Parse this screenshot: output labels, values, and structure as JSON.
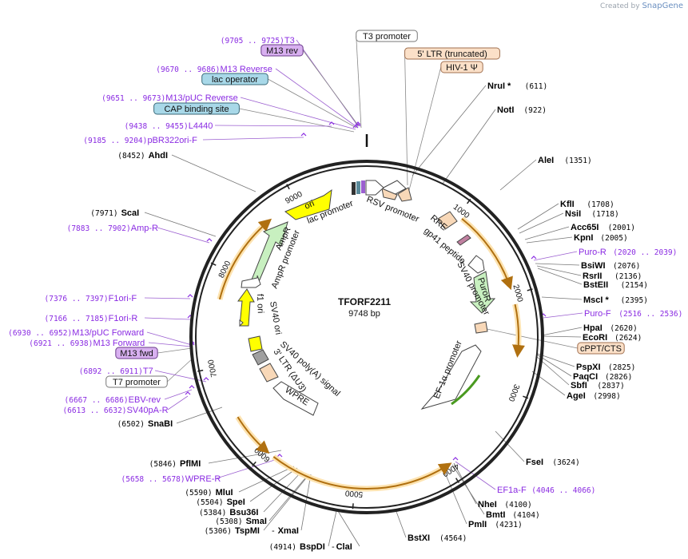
{
  "credit": {
    "prefix": "Created by",
    "brand": "SnapGene"
  },
  "plasmid": {
    "name": "TFORF2211",
    "size_label": "9748 bp",
    "length": 9748
  },
  "ruler": [
    {
      "pos": 1000,
      "label": "1000"
    },
    {
      "pos": 2000,
      "label": "2000"
    },
    {
      "pos": 3000,
      "label": "3000"
    },
    {
      "pos": 4000,
      "label": "4000"
    },
    {
      "pos": 5000,
      "label": "5000"
    },
    {
      "pos": 6000,
      "label": "6000"
    },
    {
      "pos": 7000,
      "label": "7000"
    },
    {
      "pos": 8000,
      "label": "8000"
    },
    {
      "pos": 9000,
      "label": "9000"
    }
  ],
  "orange_arcs": [
    {
      "start": 1050,
      "end": 1900,
      "dir": "cw"
    },
    {
      "start": 2100,
      "end": 2600,
      "dir": "cw"
    },
    {
      "start": 4000,
      "end": 5900,
      "dir": "ccw"
    },
    {
      "start": 6000,
      "end": 6450,
      "dir": "ccw"
    },
    {
      "start": 7700,
      "end": 8650,
      "dir": "cw"
    }
  ],
  "features": [
    {
      "label": "ori",
      "fill": "#ffff00"
    },
    {
      "label": "lac promoter",
      "fill": "#ffffff"
    },
    {
      "label": "RSV promoter",
      "fill": "#ffffff"
    },
    {
      "label": "RRE",
      "fill": "#f8d8b8"
    },
    {
      "label": "gp41 peptide",
      "fill": "#c080a0"
    },
    {
      "label": "SV40 promoter",
      "fill": "#ffffff"
    },
    {
      "label": "PuroR",
      "fill": "#c8f0c0"
    },
    {
      "label": "EF-1α promoter",
      "fill": "#ffffff"
    },
    {
      "label": "WPRE",
      "fill": "#ffffff"
    },
    {
      "label": "3' LTR (ΔU3)",
      "fill": "#f8d8b8"
    },
    {
      "label": "SV40 poly(A) signal",
      "fill": "#a0a0a0"
    },
    {
      "label": "SV40 ori",
      "fill": "#ffff00"
    },
    {
      "label": "f1 ori",
      "fill": "#ffff00"
    },
    {
      "label": "AmpR promoter",
      "fill": "#ffffff"
    },
    {
      "label": "AmpR",
      "fill": "#c8f0c0"
    }
  ],
  "right_enzymes": [
    {
      "name": "NruI *",
      "pos": "(611)"
    },
    {
      "name": "NotI",
      "pos": "(922)"
    },
    {
      "name": "AleI",
      "pos": "(1351)"
    },
    {
      "name": "KflI",
      "pos": "(1708)"
    },
    {
      "name": "NsiI",
      "pos": "(1718)"
    },
    {
      "name": "Acc65I",
      "pos": "(2001)"
    },
    {
      "name": "KpnI",
      "pos": "(2005)"
    },
    {
      "name": "BsiWI",
      "pos": "(2076)"
    },
    {
      "name": "RsrII",
      "pos": "(2136)"
    },
    {
      "name": "BstEII",
      "pos": "(2154)"
    },
    {
      "name": "MscI *",
      "pos": "(2395)"
    },
    {
      "name": "HpaI",
      "pos": "(2620)"
    },
    {
      "name": "EcoRI",
      "pos": "(2624)"
    },
    {
      "name": "PspXI",
      "pos": "(2825)"
    },
    {
      "name": "PaqCI",
      "pos": "(2826)"
    },
    {
      "name": "SbfI",
      "pos": "(2837)"
    },
    {
      "name": "AgeI",
      "pos": "(2998)"
    },
    {
      "name": "FseI",
      "pos": "(3624)"
    },
    {
      "name": "NheI",
      "pos": "(4100)"
    },
    {
      "name": "BmtI",
      "pos": "(4104)"
    },
    {
      "name": "PmlI",
      "pos": "(4231)"
    },
    {
      "name": "BstXI",
      "pos": "(4564)"
    }
  ],
  "left_enzymes": [
    {
      "name": "AhdI",
      "pos": "(8452)"
    },
    {
      "name": "ScaI",
      "pos": "(7971)"
    },
    {
      "name": "SnaBI",
      "pos": "(6502)"
    },
    {
      "name": "PflMI",
      "pos": "(5846)"
    },
    {
      "name": "MluI",
      "pos": "(5590)"
    },
    {
      "name": "SpeI",
      "pos": "(5504)"
    },
    {
      "name": "Bsu36I",
      "pos": "(5384)"
    },
    {
      "name": "SmaI",
      "pos": "(5308)"
    },
    {
      "name": "TspMI",
      "pos": "(5306)"
    },
    {
      "name": "XmaI",
      "pos": ""
    },
    {
      "name": "BspDI",
      "pos": "(4914)"
    },
    {
      "name": "ClaI",
      "pos": ""
    }
  ],
  "primers": [
    {
      "name": "T3",
      "range": "(9705 .. 9725)"
    },
    {
      "name": "M13 Reverse",
      "range": "(9670 .. 9686)"
    },
    {
      "name": "M13/pUC Reverse",
      "range": "(9651 .. 9673)"
    },
    {
      "name": "L4440",
      "range": "(9438 .. 9455)"
    },
    {
      "name": "pBR322ori-F",
      "range": "(9185 .. 9204)"
    },
    {
      "name": "Amp-R",
      "range": "(7883 .. 7902)"
    },
    {
      "name": "F1ori-F",
      "range": "(7376 .. 7397)"
    },
    {
      "name": "F1ori-R",
      "range": "(7166 .. 7185)"
    },
    {
      "name": "M13/pUC Forward",
      "range": "(6930 .. 6952)"
    },
    {
      "name": "M13 Forward",
      "range": "(6921 .. 6938)"
    },
    {
      "name": "T7",
      "range": "(6892 .. 6911)"
    },
    {
      "name": "EBV-rev",
      "range": "(6667 .. 6686)"
    },
    {
      "name": "SV40pA-R",
      "range": "(6613 .. 6632)"
    },
    {
      "name": "WPRE-R",
      "range": "(5658 .. 5678)"
    },
    {
      "name": "Puro-R",
      "range": "(2020 .. 2039)"
    },
    {
      "name": "Puro-F",
      "range": "(2516 .. 2536)"
    },
    {
      "name": "EF1a-F",
      "range": "(4046 .. 4066)"
    }
  ],
  "boxed_labels": [
    {
      "label": "M13 rev",
      "fill": "#d8b0f0",
      "stroke": "#6a3a8a"
    },
    {
      "label": "lac operator",
      "fill": "#a8d8e8",
      "stroke": "#3a6a7a"
    },
    {
      "label": "CAP binding site",
      "fill": "#a8d8e8",
      "stroke": "#3a6a7a"
    },
    {
      "label": "T3 promoter",
      "fill": "#ffffff",
      "stroke": "#777777"
    },
    {
      "label": "5' LTR (truncated)",
      "fill": "#fbe0c8",
      "stroke": "#a07050"
    },
    {
      "label": "HIV-1 Ψ",
      "fill": "#fbe0c8",
      "stroke": "#a07050"
    },
    {
      "label": "cPPT/CTS",
      "fill": "#fbe0c8",
      "stroke": "#a07050"
    },
    {
      "label": "M13 fwd",
      "fill": "#d8b0f0",
      "stroke": "#6a3a8a"
    },
    {
      "label": "T7 promoter",
      "fill": "#ffffff",
      "stroke": "#777777"
    }
  ],
  "colors": {
    "primer": "#8a2be2",
    "enzyme": "#000000",
    "backbone": "#222222",
    "orf": "#f0a030"
  }
}
